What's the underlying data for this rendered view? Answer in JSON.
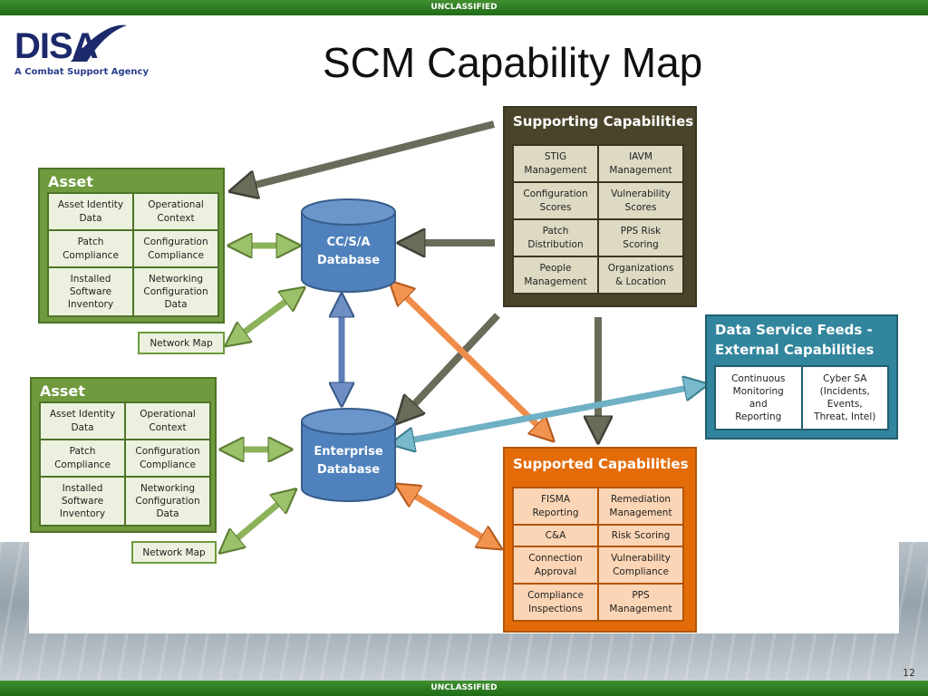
{
  "banner": {
    "top": "UNCLASSIFIED",
    "bottom": "UNCLASSIFIED"
  },
  "header": {
    "logo_text": "DISA",
    "logo_tagline": "A Combat Support Agency",
    "title": "SCM Capability Map"
  },
  "page_number": "12",
  "asset_panels": [
    {
      "title": "Asset",
      "cells": [
        "Asset Identity\nData",
        "Operational\nContext",
        "Patch\nCompliance",
        "Configuration\nCompliance",
        "Installed\nSoftware\nInventory",
        "Networking\nConfiguration\nData"
      ],
      "network_map": "Network Map"
    },
    {
      "title": "Asset",
      "cells": [
        "Asset Identity\nData",
        "Operational\nContext",
        "Patch\nCompliance",
        "Configuration\nCompliance",
        "Installed\nSoftware\nInventory",
        "Networking\nConfiguration\nData"
      ],
      "network_map": "Network Map"
    }
  ],
  "databases": {
    "ccsa": "CC/S/A\nDatabase",
    "enterprise": "Enterprise\nDatabase"
  },
  "supporting": {
    "title": "Supporting Capabilities",
    "cells": [
      "STIG\nManagement",
      "IAVM\nManagement",
      "Configuration\nScores",
      "Vulnerability\nScores",
      "Patch\nDistribution",
      "PPS Risk\nScoring",
      "People\nManagement",
      "Organizations\n& Location"
    ]
  },
  "feeds": {
    "title": "Data Service Feeds -\nExternal Capabilities",
    "cells": [
      "Continuous\nMonitoring\nand\nReporting",
      "Cyber SA\n(Incidents,\nEvents,\nThreat, Intel)"
    ]
  },
  "supported": {
    "title": "Supported Capabilities",
    "cells": [
      "FISMA\nReporting",
      "Remediation\nManagement",
      "C&A",
      "Risk Scoring",
      "Connection\nApproval",
      "Vulnerability\nCompliance",
      "Compliance\nInspections",
      "PPS\nManagement"
    ]
  },
  "colors": {
    "banner_green": "#2f7d23",
    "asset_green": "#6f9a3d",
    "supporting_olive": "#4a452a",
    "feeds_teal": "#31859c",
    "supported_orange": "#e36c09",
    "db_blue": "#4f81bd",
    "arrow_gray": "#6b6b5a",
    "arrow_green": "#8db35a",
    "arrow_blue": "#5b7fb5",
    "arrow_orange": "#f08c4a",
    "arrow_teal": "#6fb0c5"
  }
}
